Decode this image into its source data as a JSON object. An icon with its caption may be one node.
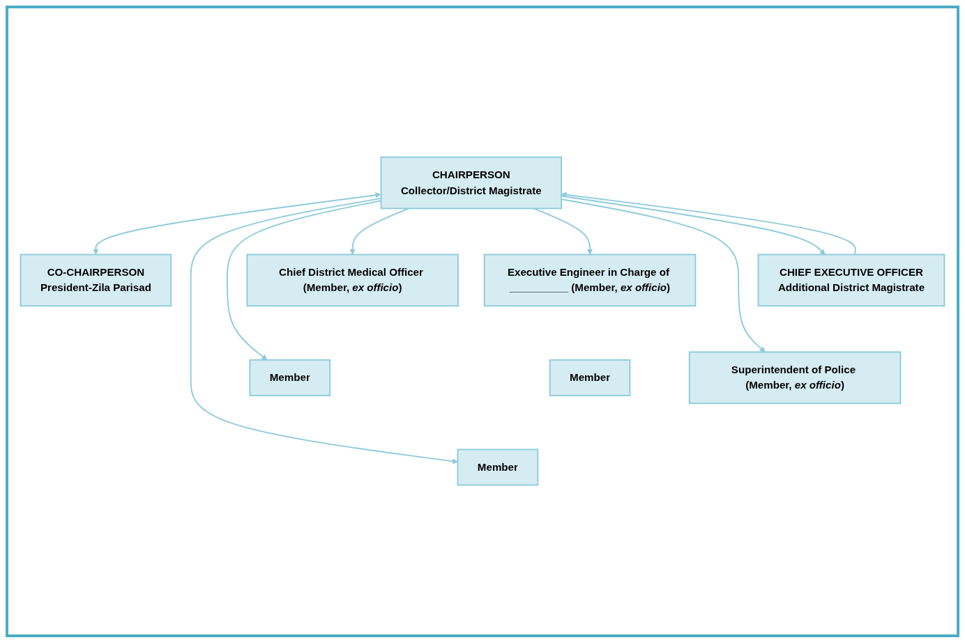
{
  "diagram": {
    "nodes": [
      {
        "text": [
          "CHAIRPERSON",
          "Collector/District Magistrate"
        ]
      },
      {
        "text": [
          "CO-CHAIRPERSON",
          "President-Zila Parisad"
        ]
      },
      {
        "text": [
          "CHIEF EXECUTIVE OFFICER",
          "Additional District Magistrate"
        ]
      },
      {
        "text": [
          "Superintendent of Police (Member, *ex officio*)"
        ]
      },
      {
        "text": [
          "Chief District Medical Officer (Member, *ex officio*)"
        ]
      },
      {
        "text": [
          "Executive Engineer in Charge of __________ (Member, *ex officio*)"
        ]
      },
      {
        "text": [
          "Member"
        ]
      },
      {
        "text": [
          "Member"
        ]
      },
      {
        "text": [
          "Member"
        ]
      }
    ],
    "edges": [
      {
        "from": 0,
        "to": 1,
        "arrow": "both"
      },
      {
        "from": 2,
        "to": 0,
        "arrow": "to"
      },
      {
        "from": 0,
        "to": 2,
        "arrow": "to"
      },
      {
        "from": 0,
        "to": 3,
        "arrow": "to"
      },
      {
        "from": 0,
        "to": 4,
        "arrow": "to"
      },
      {
        "from": 0,
        "to": 5,
        "arrow": "to"
      },
      {
        "from": 0,
        "to": 6,
        "arrow": "to"
      },
      {
        "from": 0,
        "to": 7,
        "arrow": "to"
      }
    ]
  }
}
